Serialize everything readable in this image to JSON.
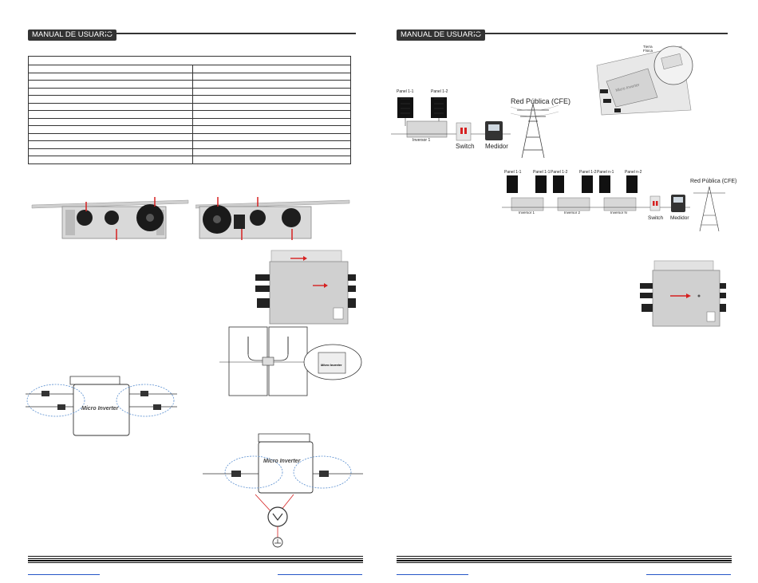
{
  "pages": {
    "left": {
      "header": "MANUAL DE USUARIO"
    },
    "right": {
      "header": "MANUAL DE USUARIO"
    }
  },
  "diagram_top": {
    "panels": [
      "Panel 1-1",
      "Panel 1-2"
    ],
    "inverter": "Inversor 1",
    "switch": "Switch",
    "meter": "Medidor",
    "grid": "Red Pública (CFE)"
  },
  "diagram_bottom": {
    "panels": [
      "Panel 1-1",
      "Panel 1-1",
      "Panel 1-2",
      "Panel 1-2",
      "Panel n-1",
      "Panel n-2"
    ],
    "inverters": [
      "Inversor 1",
      "Inversor 2",
      "Inversor N"
    ],
    "switch": "Switch",
    "meter": "Medidor",
    "grid": "Red Pública (CFE)"
  },
  "inverter_label": "Micro Inverter",
  "photo_tag": "Tierra Física",
  "colors": {
    "header_bg": "#333333",
    "accent_red": "#d62020",
    "link_blue": "#2456c8"
  }
}
